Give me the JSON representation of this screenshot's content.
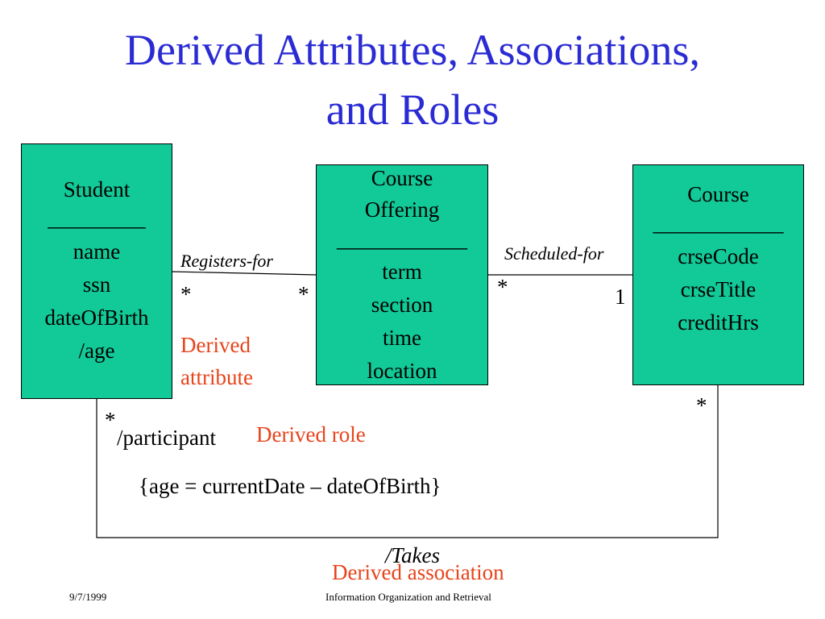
{
  "title": {
    "line1": "Derived Attributes, Associations,",
    "line2": "and Roles"
  },
  "student": {
    "name": "Student",
    "divider": "_________",
    "attributes": [
      "name",
      "ssn",
      "dateOfBirth",
      "/age"
    ]
  },
  "course_offering": {
    "name_line1": "Course",
    "name_line2": "Offering",
    "divider": "____________",
    "attributes": [
      "term",
      "section",
      "time",
      "location"
    ]
  },
  "course": {
    "name": "Course",
    "divider": "____________",
    "attributes": [
      "crseCode",
      "crseTitle",
      "creditHrs"
    ]
  },
  "associations": {
    "registers_for": "Registers-for",
    "scheduled_for": "Scheduled-for",
    "takes": "/Takes"
  },
  "multiplicities": {
    "student_registers": "*",
    "offering_registers": "*",
    "offering_scheduled": "*",
    "course_scheduled": "1",
    "student_takes": "*",
    "course_takes": "*"
  },
  "role": "/participant",
  "constraint": "{age = currentDate – dateOfBirth}",
  "annotations": {
    "derived_attribute_line1": "Derived",
    "derived_attribute_line2": "attribute",
    "derived_role": "Derived role",
    "derived_association": "Derived association"
  },
  "footer": {
    "date": "9/7/1999",
    "course_title": "Information Organization and Retrieval"
  },
  "colors": {
    "title": "#2b2bd4",
    "class_fill": "#12c998",
    "annotation": "#e8431a"
  }
}
